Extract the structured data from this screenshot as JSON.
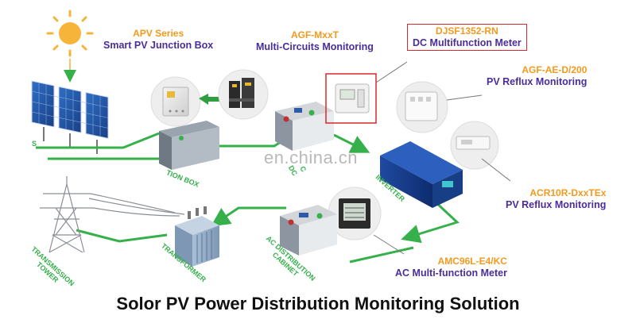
{
  "labels": {
    "apv_model": "APV Series",
    "apv_desc": "Smart PV Junction Box",
    "agf_mxxt_model": "AGF-MxxT",
    "agf_mxxt_desc": "Multi-Circuits Monitoring",
    "djsf_model": "DJSF1352-RN",
    "djsf_desc": "DC Multifunction Meter",
    "agf_ae_model": "AGF-AE-D/200",
    "agf_ae_desc": "PV Reflux Monitoring",
    "acr_model": "ACR10R-DxxTEx",
    "acr_desc": "PV Reflux Monitoring",
    "amc_model": "AMC96L-E4/KC",
    "amc_desc": "AC Multi-function Meter"
  },
  "equipment_labels": {
    "junction_box": "TION BOX",
    "inverter": "INVERTER",
    "dc_frag": "DC",
    "dc_frag2": "C",
    "ac_cabinet_1": "AC DISTRIBUTION",
    "ac_cabinet_2": "CABINET",
    "transformer": "TRANSFORMER",
    "tower_1": "TRANSMISSION",
    "tower_2": "TOWER",
    "solar_frag": "S"
  },
  "watermark": "en.china.cn",
  "title": "Solor PV Power Distribution Monitoring Solution",
  "colors": {
    "accent_orange": "#f39a1e",
    "accent_purple": "#4a2d9c",
    "line_green": "#35b04a",
    "highlight_red": "#d9282f"
  }
}
